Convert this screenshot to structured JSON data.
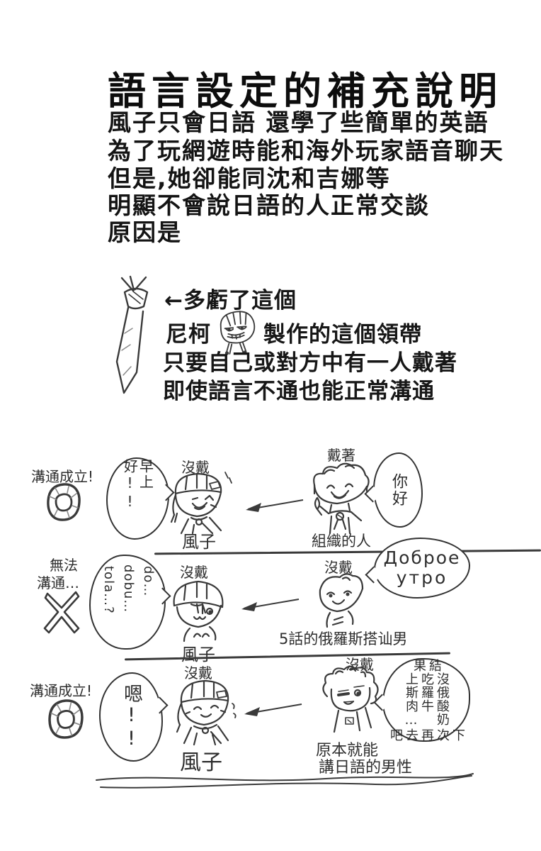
{
  "colors": {
    "ink": "#333333",
    "paper": "#ffffff",
    "text": "#161616"
  },
  "header": {
    "title": "語言設定的補充說明",
    "lines": [
      "風子只會日語 還學了些簡單的英語",
      "為了玩網遊時能和海外玩家語音聊天",
      "但是,她卻能同沈和吉娜等",
      "明顯不會說日語的人正常交談",
      "原因是"
    ]
  },
  "tie_note": {
    "tie_icon": "tie-sketch",
    "face_icon": "niko-face-sketch",
    "thanks": "←多虧了這個",
    "maker_prefix": "尼柯",
    "maker_suffix": "製作的這個領帶",
    "rule1": "只要自己或對方中有一人戴著",
    "rule2": "即使語言不通也能正常溝通"
  },
  "panels": [
    {
      "result": "溝通成立!",
      "mark": "circle-mark",
      "left_bubble": "早上好!!",
      "left_status": "沒戴",
      "left_name": "風子",
      "right_status": "戴著",
      "right_bubble": "你好",
      "right_name": "組織的人"
    },
    {
      "result_line1": "無法",
      "result_line2": "溝通…",
      "mark": "cross-mark",
      "left_bubble_cols": [
        "do…",
        "dobu…",
        "tola…?"
      ],
      "left_status": "沒戴",
      "left_name": "風子",
      "right_status": "沒戴",
      "right_bubble_line1": "Доброе",
      "right_bubble_line2": "утро",
      "right_name": "5話的俄羅斯搭讪男"
    },
    {
      "result": "溝通成立!",
      "mark": "circle-mark",
      "left_bubble": "嗯!!",
      "left_status": "沒戴",
      "left_name": "風子",
      "right_status": "沒戴",
      "right_bubble_cols": [
        "結果",
        "沒吃上",
        "俄羅斯",
        "酸奶牛肉…",
        "下次再去吧"
      ],
      "right_name_line1": "原本就能",
      "right_name_line2": "講日語的男性"
    }
  ]
}
